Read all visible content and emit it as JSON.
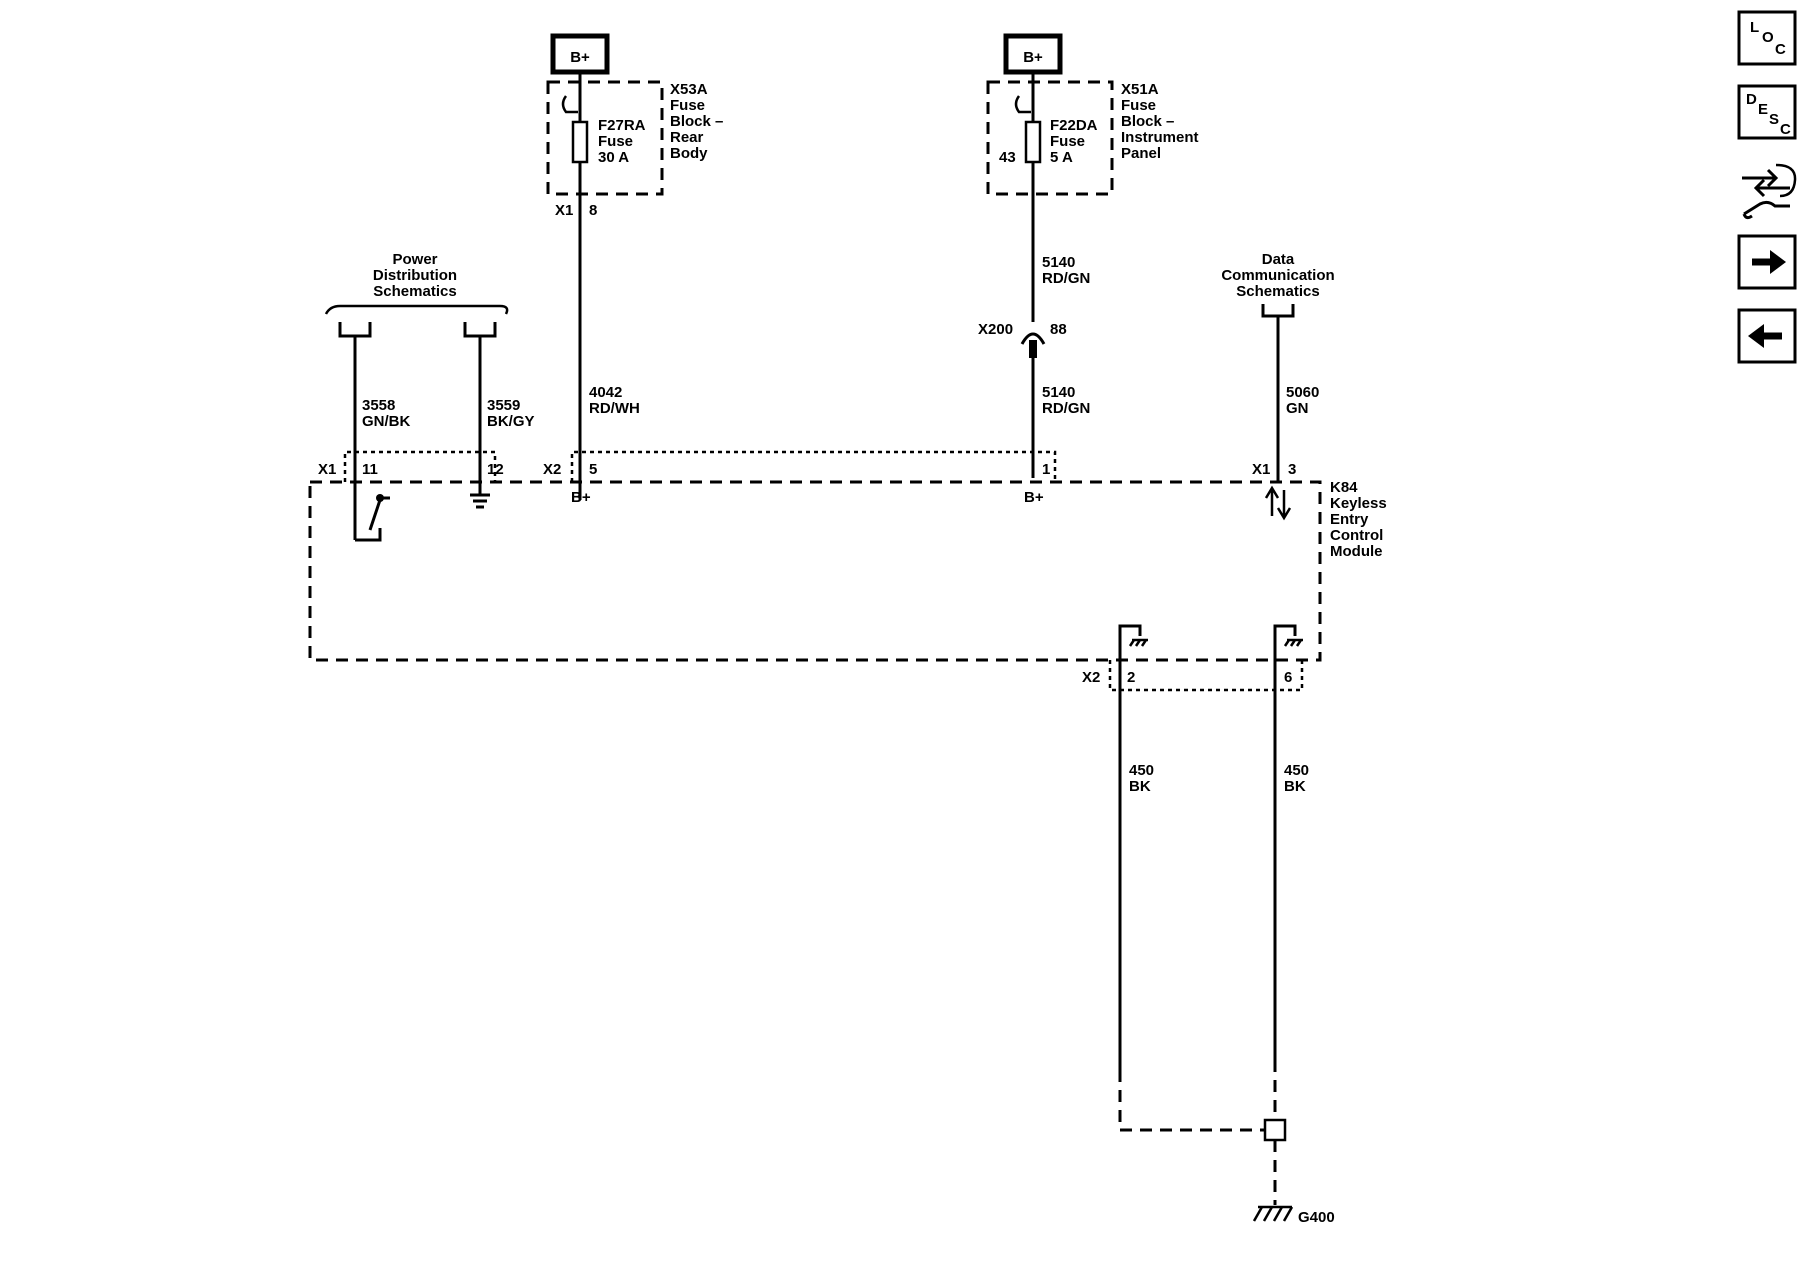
{
  "nav": {
    "loc": [
      "L",
      "O",
      "C"
    ],
    "desc": [
      "D",
      "E",
      "S",
      "C"
    ],
    "tools_icon": "connector-wrench-icon",
    "next_icon": "arrow-right-icon",
    "prev_icon": "arrow-left-icon"
  },
  "fuse_rear": {
    "supply": "B+",
    "fuse_name": "F27RA",
    "fuse_word": "Fuse",
    "rating": "30 A",
    "block": [
      "X53A",
      "Fuse",
      "Block –",
      "Rear",
      "Body"
    ],
    "conn": "X1",
    "pin": "8"
  },
  "fuse_ip": {
    "supply": "B+",
    "pin_left": "43",
    "fuse_name": "F22DA",
    "fuse_word": "Fuse",
    "rating": "5 A",
    "block": [
      "X51A",
      "Fuse",
      "Block –",
      "Instrument",
      "Panel"
    ]
  },
  "refs": {
    "power": [
      "Power",
      "Distribution",
      "Schematics"
    ],
    "data": [
      "Data",
      "Communication",
      "Schematics"
    ]
  },
  "wires": {
    "w3558": {
      "circuit": "3558",
      "color": "GN/BK"
    },
    "w3559": {
      "circuit": "3559",
      "color": "BK/GY"
    },
    "w4042": {
      "circuit": "4042",
      "color": "RD/WH"
    },
    "w5140a": {
      "circuit": "5140",
      "color": "RD/GN"
    },
    "w5140b": {
      "circuit": "5140",
      "color": "RD/GN"
    },
    "w5060": {
      "circuit": "5060",
      "color": "GN"
    },
    "w450a": {
      "circuit": "450",
      "color": "BK"
    },
    "w450b": {
      "circuit": "450",
      "color": "BK"
    }
  },
  "inline_conn": {
    "name": "X200",
    "pin": "88"
  },
  "module": {
    "name": [
      "K84",
      "Keyless",
      "Entry",
      "Control",
      "Module"
    ],
    "x1": "X1",
    "x1_pin11": "11",
    "x1_pin12": "12",
    "x2": "X2",
    "x2_pin5": "5",
    "x2_pin1": "1",
    "x1b": "X1",
    "x1_pin3": "3",
    "bplus1": "B+",
    "bplus2": "B+",
    "x2b": "X2",
    "x2_pin2": "2",
    "x2_pin6": "6"
  },
  "ground": {
    "name": "G400"
  }
}
